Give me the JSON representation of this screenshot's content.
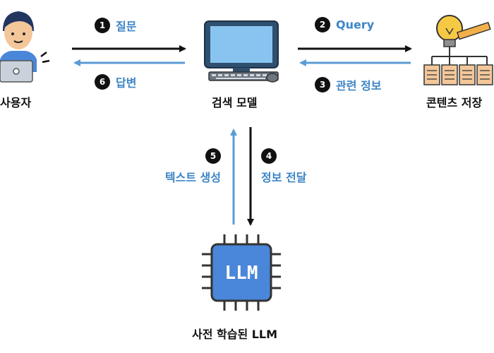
{
  "nodes": {
    "user": {
      "label": "사용자"
    },
    "search_model": {
      "label": "검색 모델"
    },
    "content_store": {
      "label": "콘텐츠 저장"
    },
    "llm": {
      "label": "사전 학습된 LLM",
      "chip_text": "LLM"
    }
  },
  "steps": [
    {
      "num": "1",
      "text": "질문"
    },
    {
      "num": "2",
      "text": "Query"
    },
    {
      "num": "3",
      "text": "관련 정보"
    },
    {
      "num": "4",
      "text": "정보 전달"
    },
    {
      "num": "5",
      "text": "텍스트 생성"
    },
    {
      "num": "6",
      "text": "답변"
    }
  ],
  "colors": {
    "accent": "#3d85c6",
    "dark": "#111111",
    "chip": "#4a86d9"
  }
}
